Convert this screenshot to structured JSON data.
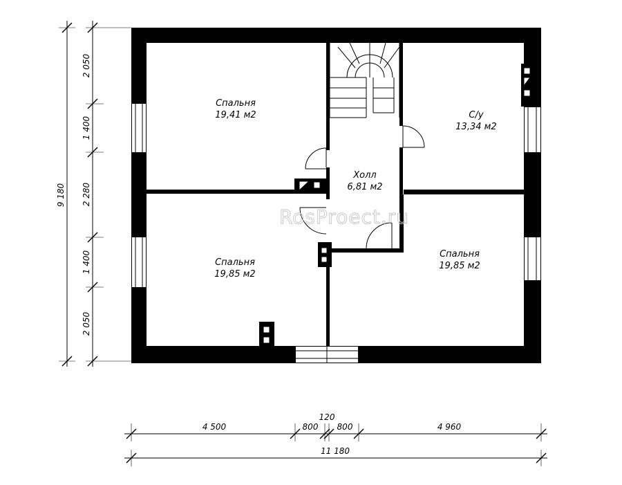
{
  "watermark": "RosProect.ru",
  "rooms": [
    {
      "name": "Спальня",
      "area": "19,41 м2"
    },
    {
      "name": "С/у",
      "area": "13,34 м2"
    },
    {
      "name": "Холл",
      "area": "6,81 м2"
    },
    {
      "name": "Спальня",
      "area": "19,85 м2"
    },
    {
      "name": "Спальня",
      "area": "19,85 м2"
    }
  ],
  "dimensions": {
    "left_total": "9 180",
    "left_segments": [
      "2 050",
      "1 400",
      "2 280",
      "1 400",
      "2 050"
    ],
    "bottom_segments": [
      "4 500",
      "800",
      "120",
      "800",
      "4 960"
    ],
    "bottom_total": "11 180"
  },
  "colors": {
    "wall": "#000000",
    "window": "#ffffff",
    "watermark": "#c9c9c9"
  }
}
